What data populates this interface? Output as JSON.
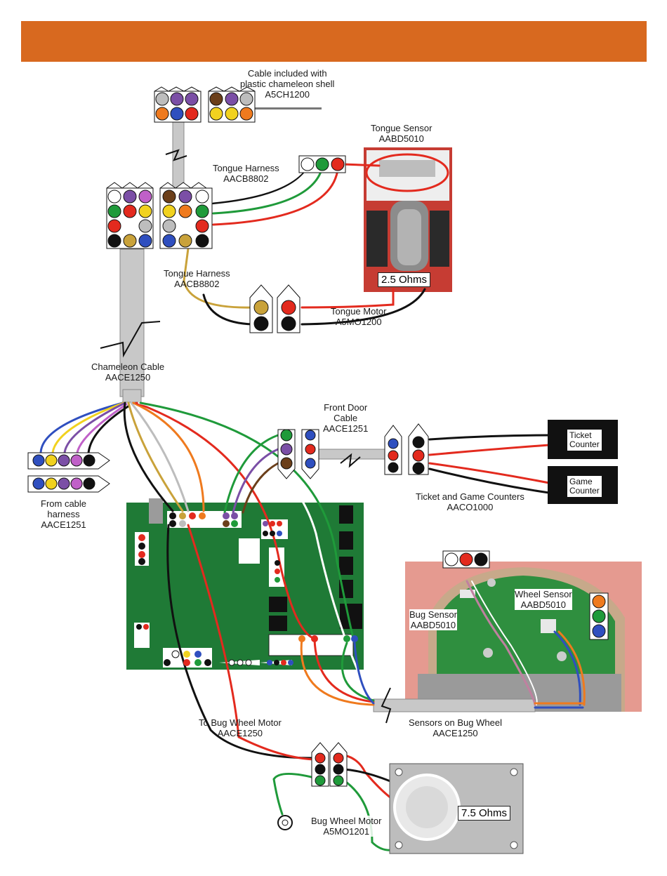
{
  "colors": {
    "header_band": "#d8691f",
    "board_green": "#1f7a36",
    "photo_red": "#c83a30",
    "cable_gray": "#c8c8c8",
    "wire_red": "#e32a1e",
    "wire_black": "#111111",
    "wire_green": "#1f9a3a",
    "wire_white": "#ffffff",
    "wire_brown": "#6b3f1a",
    "wire_orange": "#ef7a1e",
    "wire_tan": "#c9a23a",
    "wire_purple": "#7b4fa6",
    "wire_blue": "#2f4fbf",
    "wire_yellow": "#f1d21f",
    "wire_violet": "#c060c8",
    "wire_gray": "#bdbdbd"
  },
  "labels": {
    "cable_shell": [
      "Cable included with",
      "plastic chameleon shell",
      "A5CH1200"
    ],
    "tongue_sensor": [
      "Tongue Sensor",
      "AABD5010"
    ],
    "tongue_harness_top": [
      "Tongue Harness",
      "AACB8802"
    ],
    "tongue_harness_bottom": [
      "Tongue Harness",
      "AACB8802"
    ],
    "tongue_motor": [
      "Tongue Motor",
      "A5MO1200"
    ],
    "chameleon_cable": [
      "Chameleon Cable",
      "AACE1250"
    ],
    "front_door_cable": [
      "Front Door",
      "Cable",
      "AACE1251"
    ],
    "from_cable_harness": [
      "From cable",
      "harness",
      "AACE1251"
    ],
    "ticket_counter": [
      "Ticket",
      "Counter"
    ],
    "game_counter": [
      "Game",
      "Counter"
    ],
    "ticket_game_counters": [
      "Ticket and Game Counters",
      "AACO1000"
    ],
    "wheel_sensor": [
      "Wheel Sensor",
      "AABD5010"
    ],
    "bug_sensor": [
      "Bug Sensor",
      "AABD5010"
    ],
    "to_bug_wheel_motor": [
      "To Bug Wheel Motor",
      "AACE1250"
    ],
    "sensors_on_bug_wheel": [
      "Sensors on Bug Wheel",
      "AACE1250"
    ],
    "bug_wheel_motor": [
      "Bug Wheel Motor",
      "A5MO1201"
    ],
    "ohms_tongue": "2.5 Ohms",
    "ohms_wheel": "7.5 Ohms"
  }
}
